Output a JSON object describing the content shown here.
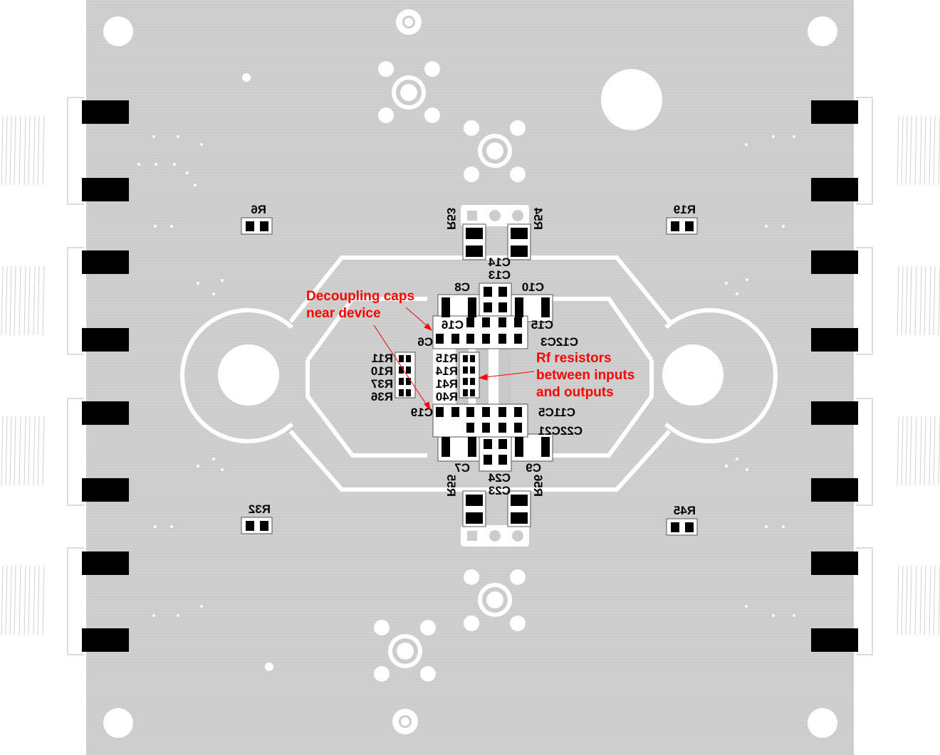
{
  "board": {
    "background_color": "#cccccc",
    "copper_clearance_color": "#ffffff",
    "pad_color": "#000000",
    "annotation_color": "#ff0000"
  },
  "annotations": {
    "decoupling": {
      "line1": "Decoupling caps",
      "line2": "near device"
    },
    "rf": {
      "line1": "Rf resistors",
      "line2": "between inputs",
      "line3": "and outputs"
    }
  },
  "designators": {
    "r6": "R6",
    "r19": "R19",
    "r32": "R32",
    "r45": "R45",
    "r53": "R53",
    "r54": "R54",
    "r55": "R55",
    "r56": "R56",
    "c14": "C14",
    "c13": "C13",
    "c8": "C8",
    "c10": "C10",
    "c16": "C16",
    "c15": "C15",
    "c6": "C6",
    "c12c3": "C12C3",
    "r11": "R11",
    "r10": "R10",
    "r37": "R37",
    "r36": "R36",
    "r15": "R15",
    "r14": "R14",
    "r41": "R41",
    "r40": "R40",
    "c19": "C19",
    "c11c5": "C11C5",
    "c22c21": "C22C21",
    "c7": "C7",
    "c9": "C9",
    "c24": "C24",
    "c23": "C23"
  }
}
